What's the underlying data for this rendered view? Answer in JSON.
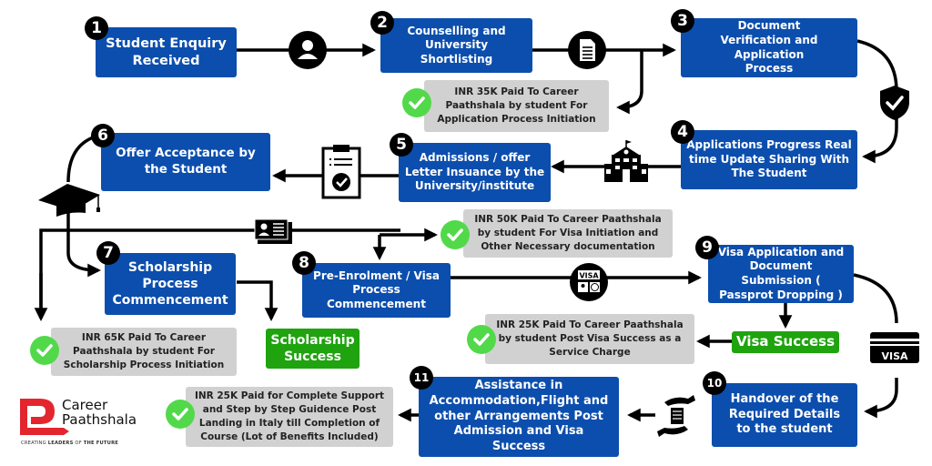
{
  "steps": [
    {
      "num": "1",
      "title": "Student Enquiry Received"
    },
    {
      "num": "2",
      "title": "Counselling and University Shortlisting"
    },
    {
      "num": "3",
      "title": "Document Verification and Application Process"
    },
    {
      "num": "4",
      "title": "Applications Progress Real time Update Sharing With The Student"
    },
    {
      "num": "5",
      "title": "Admissions / offer Letter Insuance by the University/institute"
    },
    {
      "num": "6",
      "title": "Offer Acceptance by the Student"
    },
    {
      "num": "7",
      "title": "Scholarship Process Commencement"
    },
    {
      "num": "8",
      "title": "Pre-Enrolment / Visa Process Commencement"
    },
    {
      "num": "9",
      "title": "Visa Application and Document Submission ( Passprot Dropping )"
    },
    {
      "num": "10",
      "title": "Handover of the Required Details to the student"
    },
    {
      "num": "11",
      "title": "Assistance in Accommodation,Flight and other Arrangements Post Admission and Visa Success"
    }
  ],
  "payments": [
    {
      "id": "p35k",
      "text": "INR 35K Paid To Career Paathshala  by student For Application Process Initiation"
    },
    {
      "id": "p50k",
      "text": "INR 50K Paid To Career  Paathshala by student For Visa Initiation and Other Necessary documentation"
    },
    {
      "id": "p65k",
      "text": "INR 65K Paid To Career Paathshala  by student For Scholarship Process Initiation"
    },
    {
      "id": "p25k_visa",
      "text": "INR 25K Paid To Career Paathshala  by student Post Visa Success as a Service Charge"
    },
    {
      "id": "p25k_support",
      "text": "INR 25K Paid for Complete Support and Step by Step Guidence Post Landing in Italy till Completion of Course (Lot of Benefits Included)"
    }
  ],
  "outcomes": {
    "scholarship_success": "Scholarship Success",
    "visa_success": "Visa Success"
  },
  "icons": {
    "visa_stamp_label": "VISA",
    "visa_card_label": "VISA"
  },
  "logo": {
    "line1": "Career",
    "line2": "Paathshala",
    "tagline_a": "CREATING ",
    "tagline_b": "LEADERS",
    "tagline_c": " OF ",
    "tagline_d": "THE FUTURE"
  },
  "colors": {
    "step_blue": "#0c4ead",
    "note_gray": "#d1d1d1",
    "success_green": "#1fa30f",
    "check_green": "#52d94a",
    "brand_red": "#e3262e"
  }
}
